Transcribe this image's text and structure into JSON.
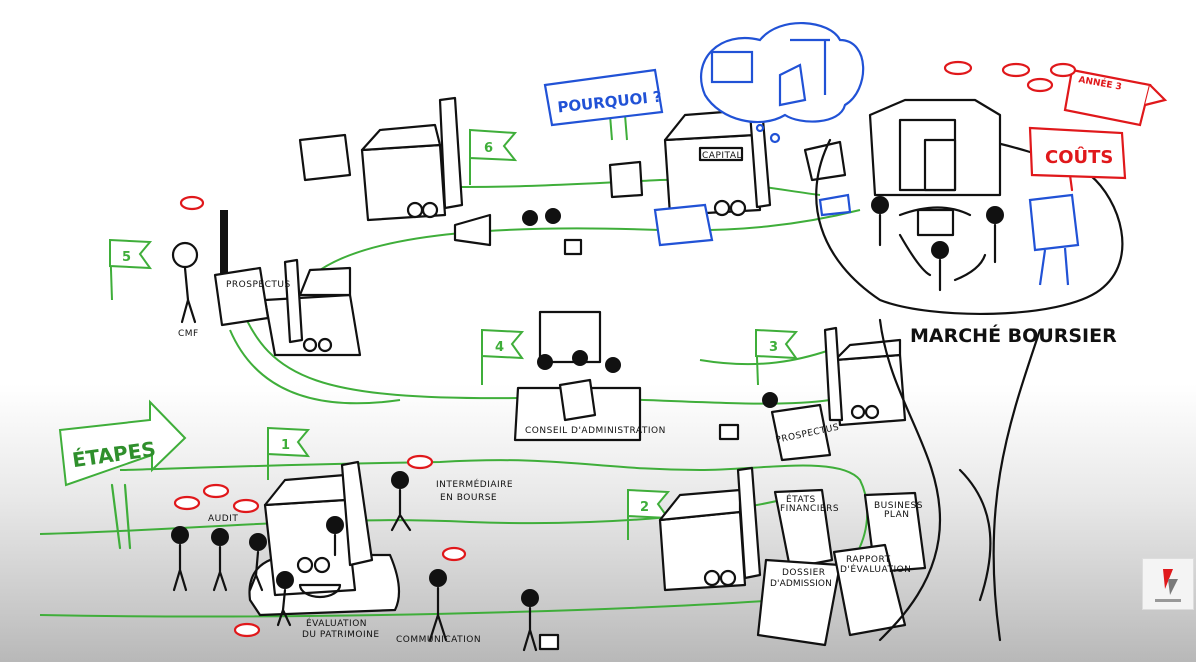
{
  "signs": {
    "etapes": "ÉTAPES",
    "pourquoi": "POURQUOI ?",
    "couts": "COÛTS",
    "annee": "ANNÉE 3"
  },
  "steps": [
    "1",
    "2",
    "3",
    "4",
    "5",
    "6"
  ],
  "labels": {
    "audit": "AUDIT",
    "intermediaire_1": "INTERMÉDIAIRE",
    "intermediaire_2": "EN BOURSE",
    "evaluation_1": "ÉVALUATION",
    "evaluation_2": "DU PATRIMOINE",
    "communication": "COMMUNICATION",
    "etats_1": "ÉTATS",
    "etats_2": "FINANCIERS",
    "business_1": "BUSINESS",
    "business_2": "PLAN",
    "dossier_1": "DOSSIER",
    "dossier_2": "D'ADMISSION",
    "rapport_1": "RAPPORT",
    "rapport_2": "D'ÉVALUATION",
    "prospectus": "PROSPECTUS",
    "conseil": "CONSEIL D'ADMINISTRATION",
    "cmf": "CMF",
    "capital": "CAPITAL",
    "marche": "MARCHÉ BOURSIER"
  },
  "colors": {
    "path": "#3fae3a",
    "cost": "#e0181b",
    "why": "#2152d6"
  }
}
